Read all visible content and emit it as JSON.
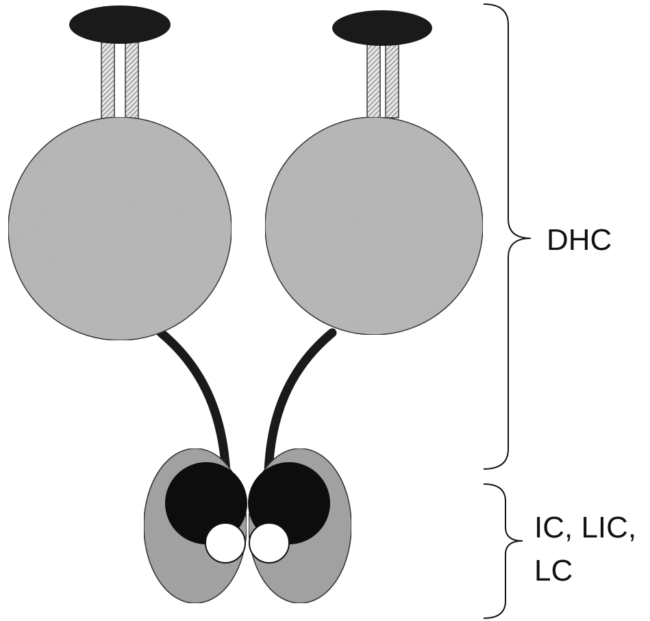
{
  "labels": {
    "heavy_chains": "DHC",
    "light_chains_line1": "IC, LIC,",
    "light_chains_line2": "LC"
  },
  "colors": {
    "background": "#ffffff",
    "head": "#bdbdbd",
    "head_stroke": "#333333",
    "stalk_head": "#1a1a1a",
    "stalk_hatch": "#8a8a8a",
    "stem": "#1a1a1a",
    "base_lobe": "#a8a8a8",
    "base_core": "#0d0d0d",
    "base_small": "#ffffff",
    "bracket": "#111111"
  }
}
